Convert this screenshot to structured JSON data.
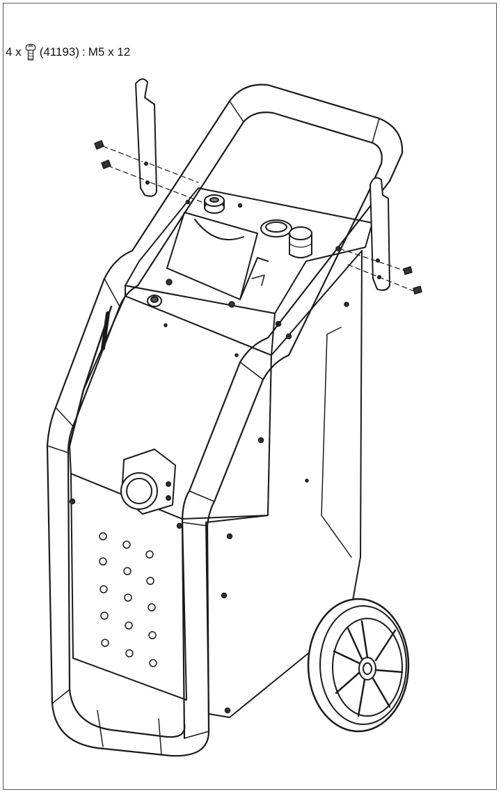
{
  "caption": {
    "quantity": "4 x",
    "part_code": "(41193)",
    "separator": ":",
    "size": "M5 x 12"
  },
  "colors": {
    "line": "#1a1a1a",
    "frame": "#555555"
  },
  "icons": [
    "screw-icon"
  ]
}
